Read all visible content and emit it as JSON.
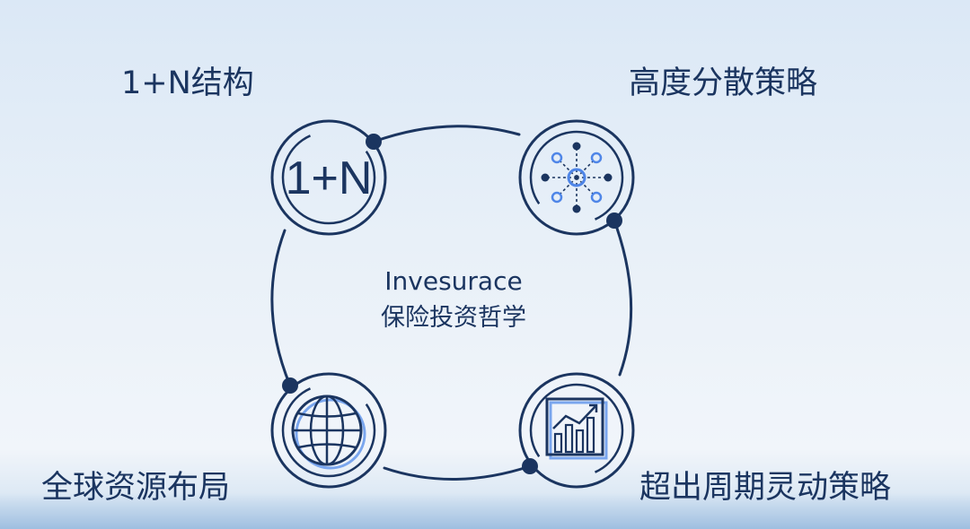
{
  "diagram": {
    "center_title": "Invesurace",
    "center_subtitle": "保险投资哲学",
    "nodes": [
      {
        "label": "1+N结构",
        "icon": "one-plus-n-icon",
        "icon_text": "1+N"
      },
      {
        "label": "高度分散策略",
        "icon": "network-nodes-icon"
      },
      {
        "label": "全球资源布局",
        "icon": "globe-icon"
      },
      {
        "label": "超出周期灵动策略",
        "icon": "growth-chart-icon"
      }
    ]
  },
  "colors": {
    "navy": "#1b3560",
    "accent_blue": "#4f86e8",
    "light_blue": "#7aa6ee"
  }
}
